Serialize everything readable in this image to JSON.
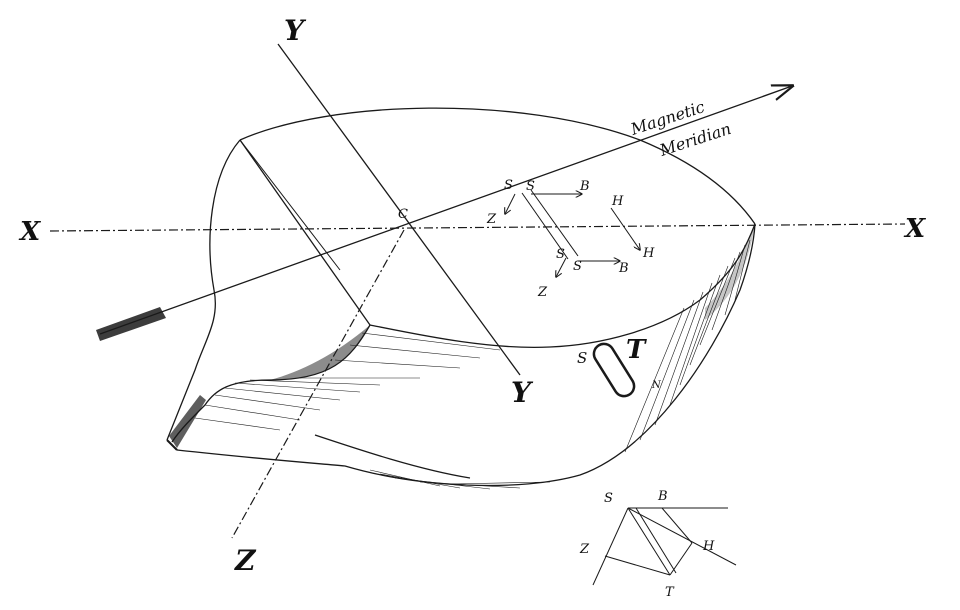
{
  "labels": {
    "x_left": "X",
    "x_right": "X",
    "y_top": "Y",
    "y_bottom": "Y",
    "z": "Z",
    "c": "C",
    "magnetic_meridian_line1": "Magnetic",
    "magnetic_meridian_line2": "Meridian",
    "needle_s": "S",
    "needle_t": "T",
    "needle_n": "N"
  },
  "upper_vectors": {
    "s1": "S",
    "s2": "S",
    "b1": "B",
    "z1": "Z",
    "h1": "H",
    "h2": "H",
    "s3": "S",
    "s4": "S",
    "b2": "B",
    "z2": "Z"
  },
  "inset": {
    "s": "S",
    "b": "B",
    "z": "Z",
    "h": "H",
    "t": "T"
  }
}
